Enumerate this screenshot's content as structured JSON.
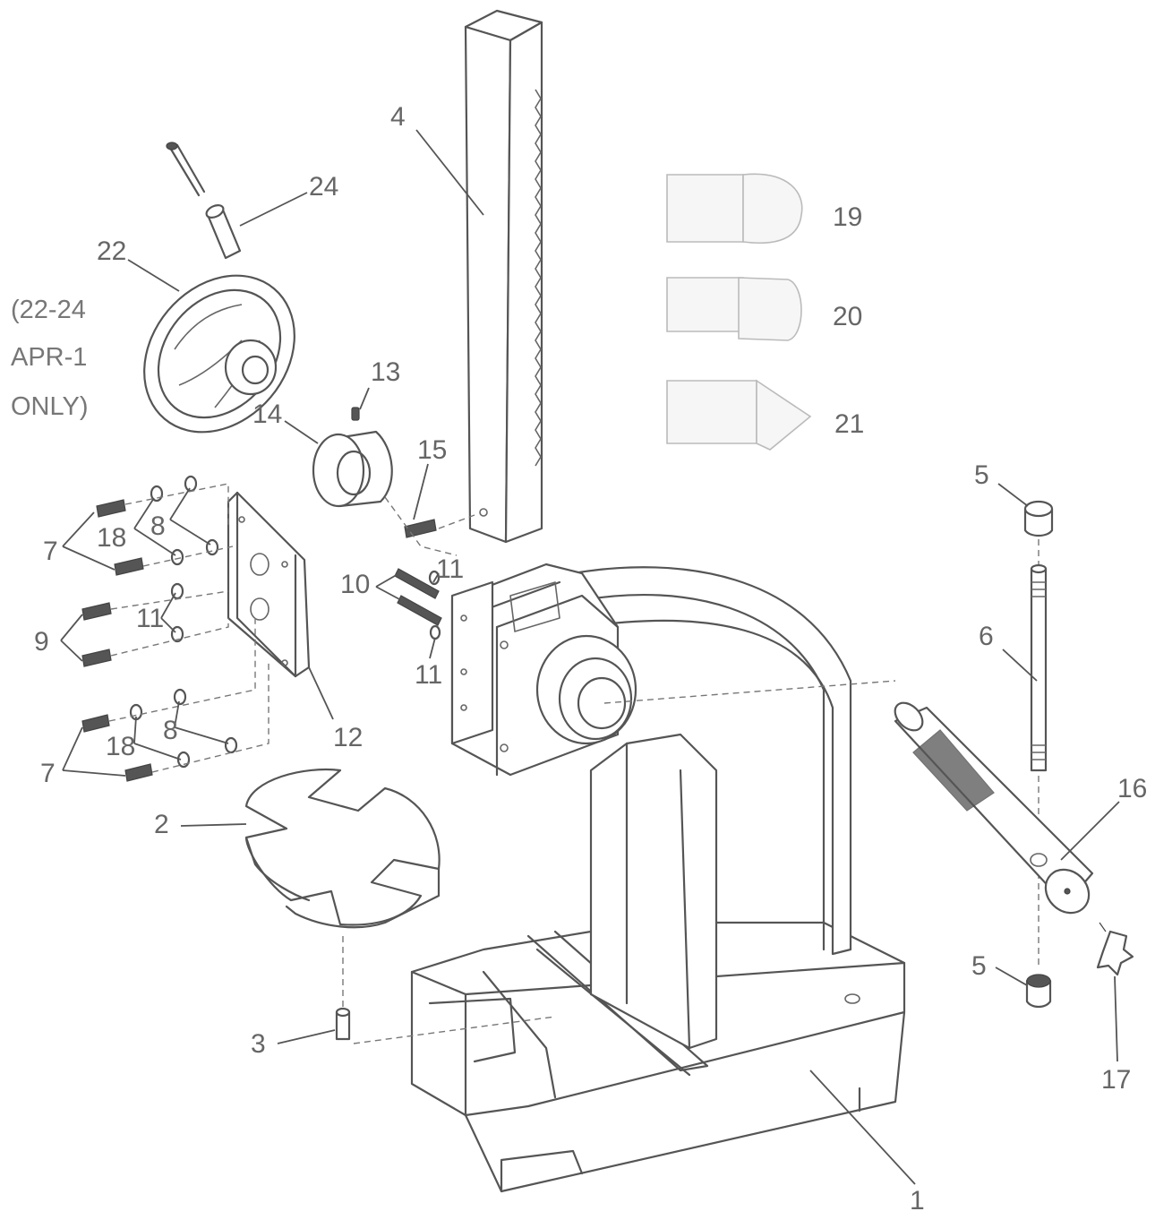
{
  "callouts": {
    "c1": "1",
    "c2": "2",
    "c3": "3",
    "c4": "4",
    "c5a": "5",
    "c5b": "5",
    "c6": "6",
    "c7a": "7",
    "c7b": "7",
    "c8a": "8",
    "c8b": "8",
    "c9": "9",
    "c10": "10",
    "c11a": "11",
    "c11b": "11",
    "c11c": "11",
    "c12": "12",
    "c13": "13",
    "c14": "14",
    "c15": "15",
    "c16": "16",
    "c17": "17",
    "c18a": "18",
    "c18b": "18",
    "c19": "19",
    "c20": "20",
    "c21": "21",
    "c22": "22",
    "c24": "24"
  },
  "note": {
    "line1": "(22-24",
    "line2": "APR-1",
    "line3": "ONLY)"
  },
  "colors": {
    "line": "#555555",
    "label": "#666666",
    "ghost_part": "#bbbbbb"
  }
}
